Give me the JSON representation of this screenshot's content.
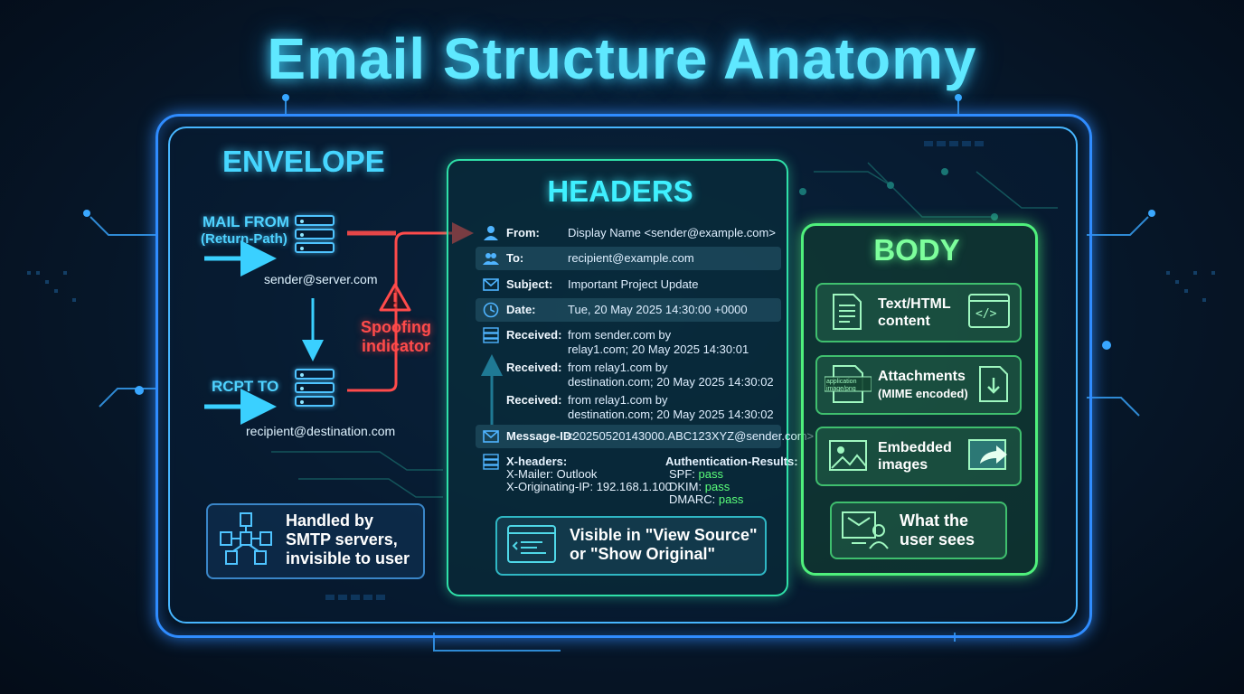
{
  "title": "Email Structure Anatomy",
  "envelope": {
    "title": "ENVELOPE",
    "mail_from_label": "MAIL FROM",
    "mail_from_sub": "(Return-Path)",
    "sender": "sender@server.com",
    "rcpt_to_label": "RCPT TO",
    "recipient": "recipient@destination.com",
    "spoofing_label": "Spoofing indicator",
    "handled_text": "Handled by SMTP servers, invisible to user"
  },
  "headers": {
    "title": "HEADERS",
    "rows": [
      {
        "key": "From:",
        "value": "Display Name <sender@example.com>"
      },
      {
        "key": "To:",
        "value": "recipient@example.com"
      },
      {
        "key": "Subject:",
        "value": "Important Project Update"
      },
      {
        "key": "Date:",
        "value": "Tue, 20 May 2025 14:30:00 +0000"
      }
    ],
    "received": [
      {
        "key": "Received:",
        "line1": "from sender.com by",
        "line2": "relay1.com; 20 May 2025 14:30:01"
      },
      {
        "key": "Received:",
        "line1": "from relay1.com by",
        "line2": "destination.com; 20 May 2025 14:30:02"
      },
      {
        "key": "Received:",
        "line1": "from relay1.com by",
        "line2": "destination.com; 20 May 2025 14:30:02"
      }
    ],
    "message_id_key": "Message-ID:",
    "message_id_value": "<20250520143000.ABC123XYZ@sender.com>",
    "x_headers_title": "X-headers:",
    "x_mailer": "X-Mailer: Outlook",
    "x_originating_ip": "X-Originating-IP: 192.168.1.100",
    "auth_title": "Authentication-Results:",
    "spf_label": "SPF:",
    "spf_value": "pass",
    "dkim_label": "DKIM:",
    "dkim_value": "pass",
    "dmarc_label": "DMARC:",
    "dmarc_value": "pass",
    "view_source_text": "Visible in \"View Source\" or \"Show Original\""
  },
  "body": {
    "title": "BODY",
    "text_html_line1": "Text/HTML",
    "text_html_line2": "content",
    "attachments_line1": "Attachments",
    "attachments_line2": "(MIME encoded)",
    "attachment_icon_text1": "application",
    "attachment_icon_text2": "image/png",
    "embedded_line1": "Embedded",
    "embedded_line2": "images",
    "what_user_line1": "What the",
    "what_user_line2": "user sees"
  },
  "colors": {
    "envelope_accent": "#46d6ff",
    "headers_accent": "#2fe0a8",
    "body_accent": "#4ff07c",
    "spoofing": "#ff4b4b"
  }
}
